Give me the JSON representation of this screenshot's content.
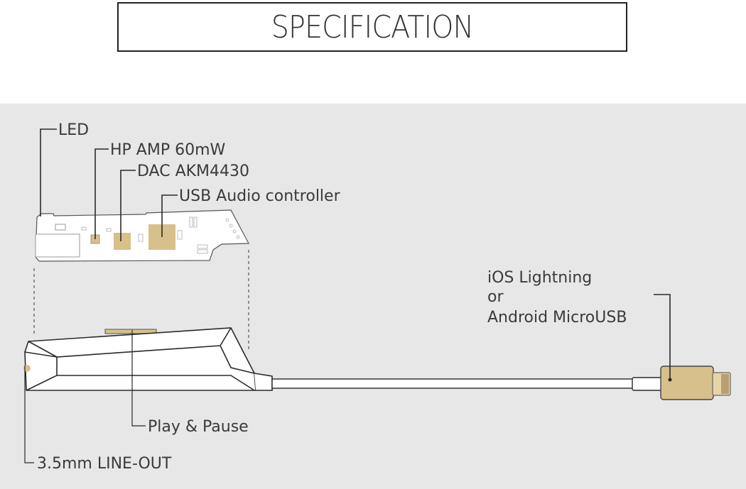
{
  "title": "SPECIFICATION",
  "labels": {
    "led": "LED",
    "hp_amp": "HP AMP 60mW",
    "dac": "DAC AKM4430",
    "usb": "USB Audio controller",
    "play": "Play & Pause",
    "lineout": "3.5mm LINE-OUT",
    "connector_line1": "iOS Lightning",
    "connector_line2": "or",
    "connector_line3": "Android MicroUSB"
  },
  "colors": {
    "gold": "#d8c08a",
    "panel": "#e7e7e7",
    "line": "#2a2a2a"
  }
}
